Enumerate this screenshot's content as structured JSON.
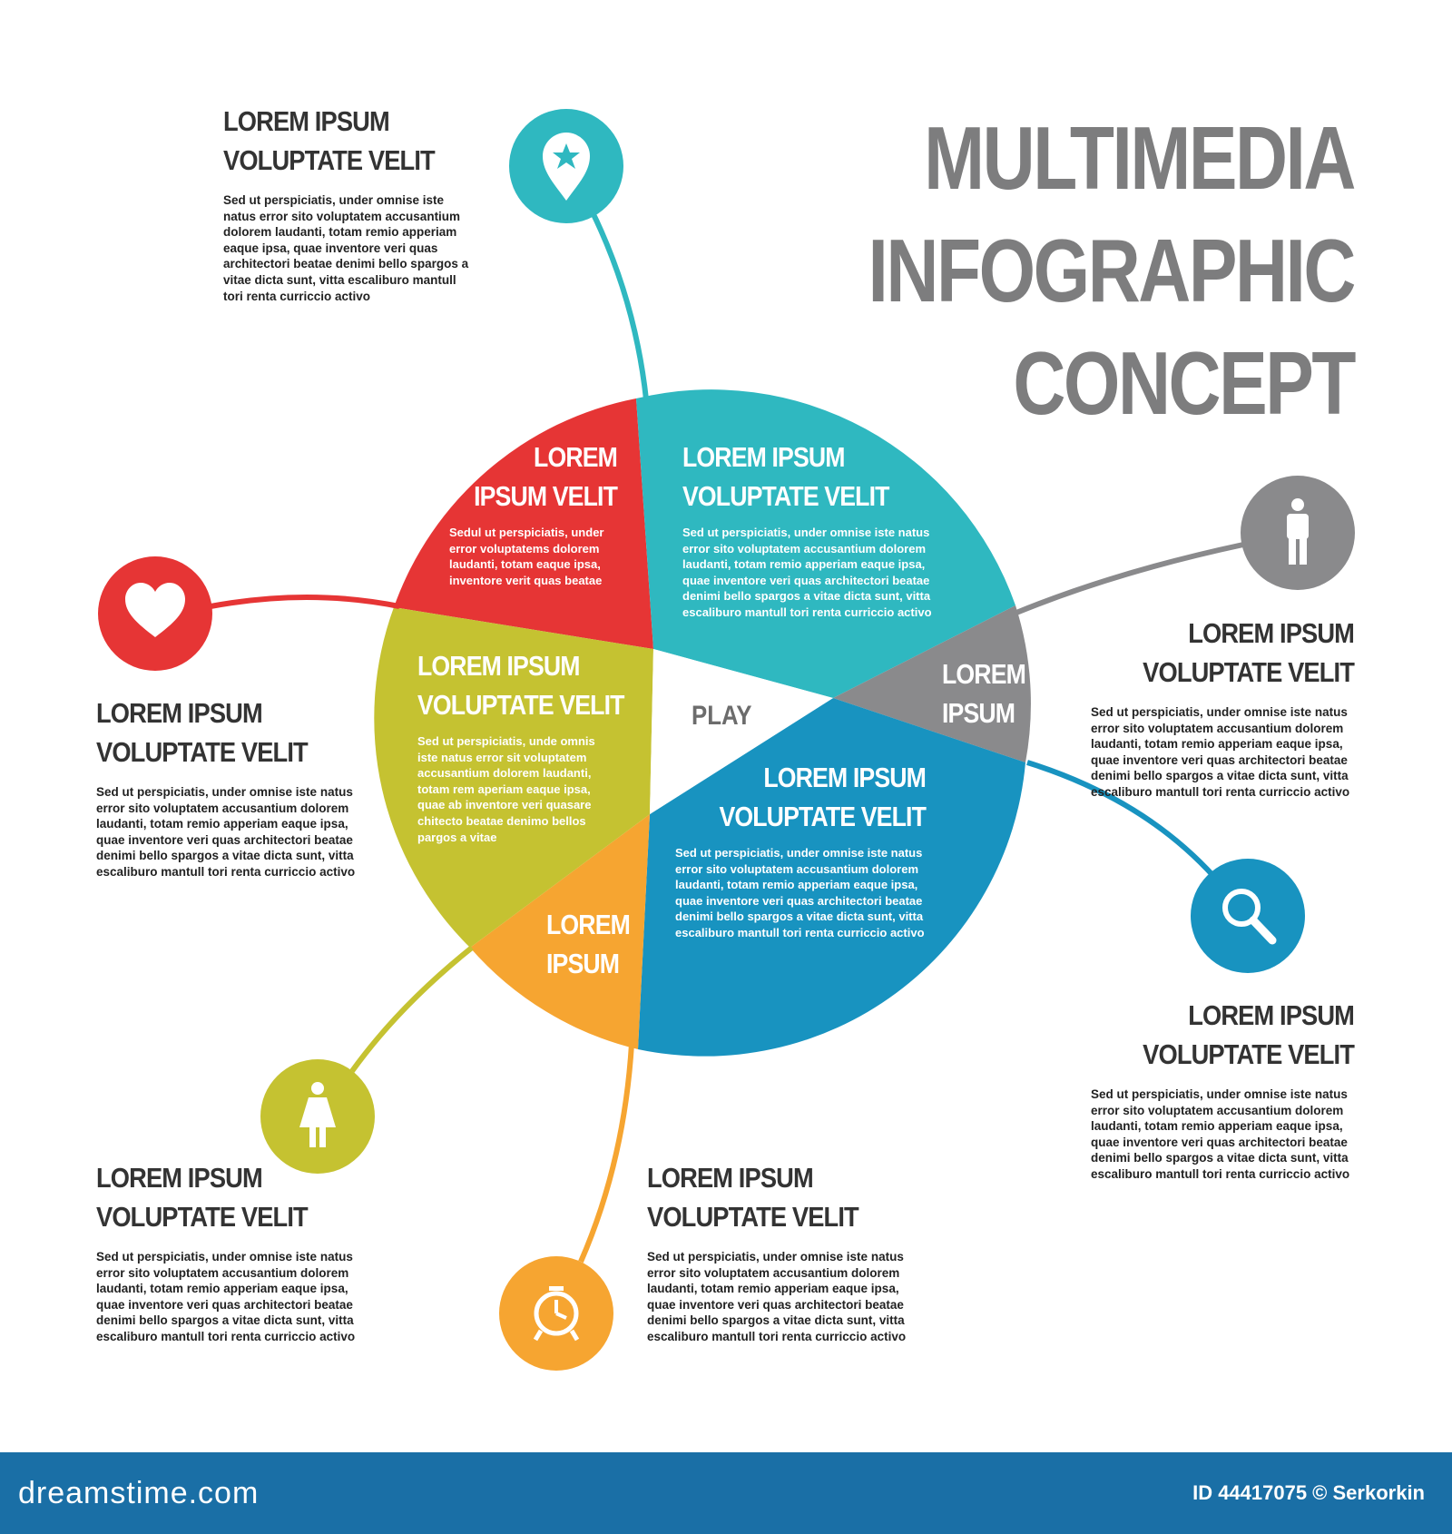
{
  "title": {
    "line1": "MULTIMEDIA",
    "line2": "INFOGRAPHIC",
    "line3": "CONCEPT"
  },
  "center": {
    "label": "PLAY"
  },
  "segments": {
    "red": {
      "line1": "LOREM",
      "line2": "IPSUM VELIT",
      "body": "Sedul ut perspiciatis, under error voluptatems dolorem laudanti, totam eaque ipsa, inventore verit quas beatae"
    },
    "teal": {
      "line1": "LOREM IPSUM",
      "line2": "VOLUPTATE VELIT",
      "body": "Sed ut perspiciatis, under omnise iste natus error sito voluptatem accusantium dolorem laudanti, totam remio apperiam eaque ipsa, quae inventore veri quas architectori beatae denimi bello spargos a vitae dicta sunt, vitta escaliburo mantull tori renta curriccio activo"
    },
    "olive": {
      "line1": "LOREM IPSUM",
      "line2": "VOLUPTATE VELIT",
      "body": "Sed ut perspiciatis, unde omnis iste natus error sit voluptatem accusantium dolorem laudanti, totam rem aperiam eaque ipsa, quae ab inventore veri quasare chitecto beatae denimo bellos pargos a vitae"
    },
    "gray": {
      "line1": "LOREM",
      "line2": "IPSUM"
    },
    "blue": {
      "line1": "LOREM IPSUM",
      "line2": "VOLUPTATE VELIT",
      "body": "Sed ut perspiciatis, under omnise iste natus error sito voluptatem accusantium dolorem laudanti, totam remio apperiam eaque ipsa, quae inventore veri quas architectori beatae denimi bello spargos a vitae dicta sunt, vitta escaliburo mantull tori renta curriccio activo"
    },
    "orange": {
      "line1": "LOREM",
      "line2": "IPSUM"
    }
  },
  "blocks": {
    "top_left": {
      "line1": "LOREM IPSUM",
      "line2": "VOLUPTATE VELIT",
      "body": "Sed ut perspiciatis, under omnise iste natus error sito voluptatem accusantium dolorem laudanti, totam remio apperiam eaque ipsa, quae inventore veri quas architectori beatae denimi bello spargos a vitae dicta sunt, vitta escaliburo mantull tori renta curriccio activo"
    },
    "mid_left": {
      "line1": "LOREM IPSUM",
      "line2": "VOLUPTATE VELIT",
      "body": "Sed ut perspiciatis, under omnise iste natus error sito voluptatem accusantium dolorem laudanti, totam remio apperiam eaque ipsa, quae inventore veri quas architectori beatae denimi bello spargos a vitae dicta sunt, vitta escaliburo mantull tori renta curriccio activo"
    },
    "bottom_left": {
      "line1": "LOREM IPSUM",
      "line2": "VOLUPTATE VELIT",
      "body": "Sed ut perspiciatis, under omnise iste natus error sito voluptatem accusantium dolorem laudanti, totam remio apperiam eaque ipsa, quae inventore veri quas architectori beatae denimi bello spargos a vitae dicta sunt, vitta escaliburo mantull tori renta curriccio activo"
    },
    "bottom_center": {
      "line1": "LOREM IPSUM",
      "line2": "VOLUPTATE VELIT",
      "body": "Sed ut perspiciatis, under omnise iste natus error sito voluptatem accusantium dolorem laudanti, totam remio apperiam eaque ipsa, quae inventore veri quas architectori beatae denimi bello spargos a vitae dicta sunt, vitta escaliburo mantull tori renta curriccio activo"
    },
    "right_upper": {
      "line1": "LOREM IPSUM",
      "line2": "VOLUPTATE VELIT",
      "body": "Sed ut perspiciatis, under omnise iste natus error sito voluptatem accusantium dolorem laudanti, totam remio apperiam eaque ipsa, quae inventore veri quas architectori beatae denimi bello spargos a vitae dicta sunt, vitta escaliburo mantull tori renta curriccio activo"
    },
    "right_lower": {
      "line1": "LOREM IPSUM",
      "line2": "VOLUPTATE VELIT",
      "body": "Sed ut perspiciatis, under omnise iste natus error sito voluptatem accusantium dolorem laudanti, totam remio apperiam eaque ipsa, quae inventore veri quas architectori beatae denimi bello spargos a vitae dicta sunt, vitta escaliburo mantull tori renta curriccio activo"
    }
  },
  "icons": {
    "teal": "map-pin-star-icon",
    "red": "heart-icon",
    "gray": "man-icon",
    "blue": "magnifier-icon",
    "olive": "woman-icon",
    "orange": "alarm-clock-icon"
  },
  "colors": {
    "red": "#e63535",
    "teal": "#2fb8c0",
    "olive": "#c5c231",
    "gray": "#8a8a8c",
    "blue": "#1893c0",
    "orange": "#f6a531",
    "title": "#7d7d7e",
    "footer": "#1a6fa6"
  },
  "footer": {
    "brand": "dreamstime.com",
    "credit": "ID 44417075 © Serkorkin"
  }
}
